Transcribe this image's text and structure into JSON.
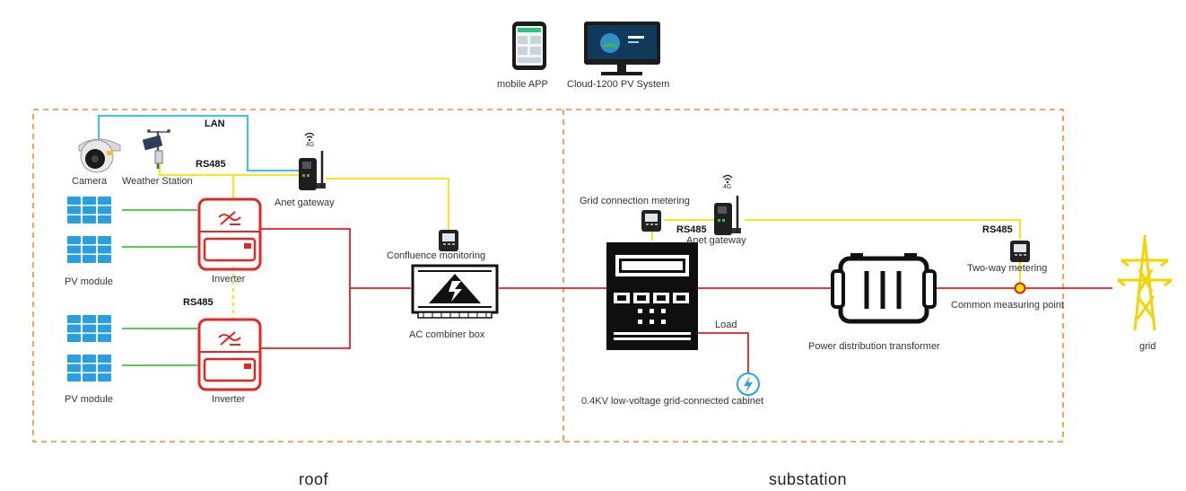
{
  "colors": {
    "boundary": "#f08a3a",
    "power_line": "#e02020",
    "rs485_line": "#f2e600",
    "lan_line": "#3cc3e6",
    "pv_line": "#3ec43e",
    "pv_panel": "#2a9fe0",
    "inverter": "#e32626",
    "grid_tower": "#f2d500",
    "device_dark": "#111111",
    "load_icon": "#27a4e8"
  },
  "top": {
    "mobile_app": "mobile APP",
    "cloud_system": "Cloud-1200 PV System"
  },
  "roof": {
    "section_label": "roof",
    "lan": "LAN",
    "camera": "Camera",
    "weather_station": "Weather Station",
    "rs485_top": "RS485",
    "cell_4g": "4G",
    "anet_gateway": "Anet gateway",
    "pv_module_top": "PV module",
    "inverter_top": "Inverter",
    "rs485_mid": "RS485",
    "pv_module_bottom": "PV module",
    "inverter_bottom": "Inverter",
    "confluence_monitoring": "Confluence monitoring",
    "ac_combiner_box": "AC combiner box"
  },
  "substation": {
    "section_label": "substation",
    "cell_4g": "4G",
    "grid_connection_metering": "Grid connection metering",
    "rs485_gateway": "RS485",
    "anet_gateway": "Anet gateway",
    "rs485_right": "RS485",
    "two_way_metering": "Two-way metering",
    "common_measuring_point": "Common measuring point",
    "load": "Load",
    "cabinet": "0.4KV low-voltage grid-connected cabinet",
    "transformer": "Power distribution transformer",
    "grid": "grid"
  }
}
